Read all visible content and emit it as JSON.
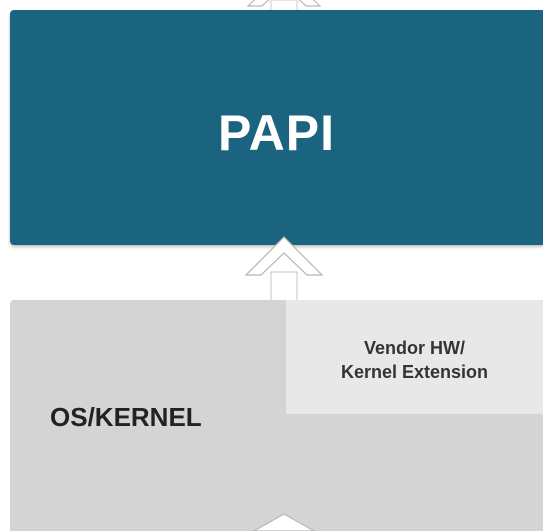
{
  "papi": {
    "label": "PAPI"
  },
  "os_kernel": {
    "label": "OS/KERNEL"
  },
  "vendor_extension": {
    "line1": "Vendor HW/",
    "line2": "Kernel Extension"
  },
  "colors": {
    "papi_box": "#1b6480",
    "os_box": "#d4d4d4",
    "vendor_box": "#e8e8e8",
    "arrow_fill": "#ffffff",
    "arrow_stroke": "#b9b9b9"
  },
  "icons": [
    "up-arrow-icon"
  ]
}
